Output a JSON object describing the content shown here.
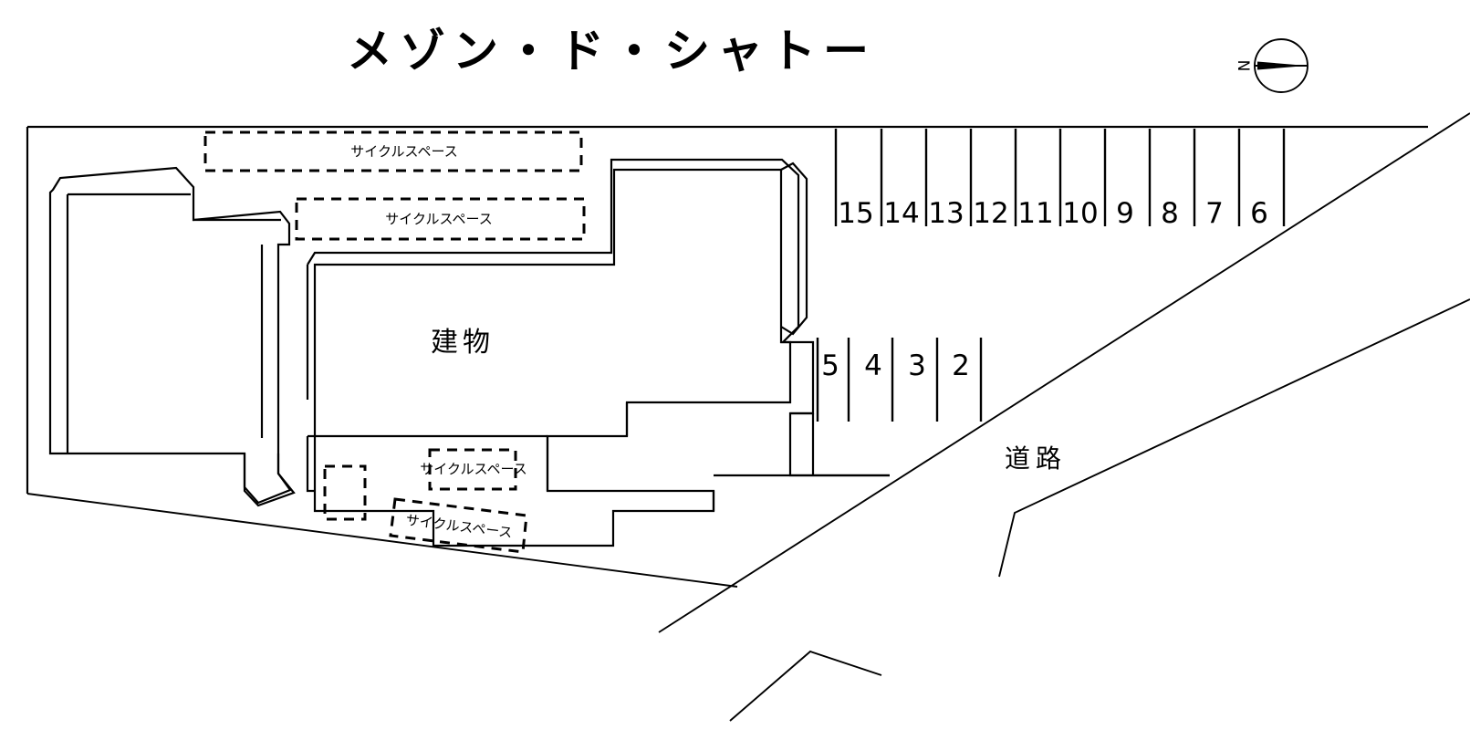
{
  "title": "メゾン・ド・シャトー",
  "compass": {
    "north_label": "N",
    "icon": "compass-needle-icon",
    "needle_direction": "west"
  },
  "labels": {
    "building": "建物",
    "road": "道路",
    "cycle_space": "サイクルスペース"
  },
  "parking": {
    "top_row": [
      "15",
      "14",
      "13",
      "12",
      "11",
      "10",
      "9",
      "8",
      "7",
      "6"
    ],
    "bottom_row": [
      "5",
      "4",
      "3",
      "2"
    ]
  },
  "cycle_spaces": [
    {
      "id": "cycle-space-1",
      "label": "サイクルスペース"
    },
    {
      "id": "cycle-space-2",
      "label": "サイクルスペース"
    },
    {
      "id": "cycle-space-3",
      "label": "サイクルスペース"
    },
    {
      "id": "cycle-space-4",
      "label": "サイクルスペース"
    },
    {
      "id": "cycle-space-5",
      "label": ""
    }
  ],
  "colors": {
    "ink": "#000000",
    "paper": "#ffffff"
  }
}
